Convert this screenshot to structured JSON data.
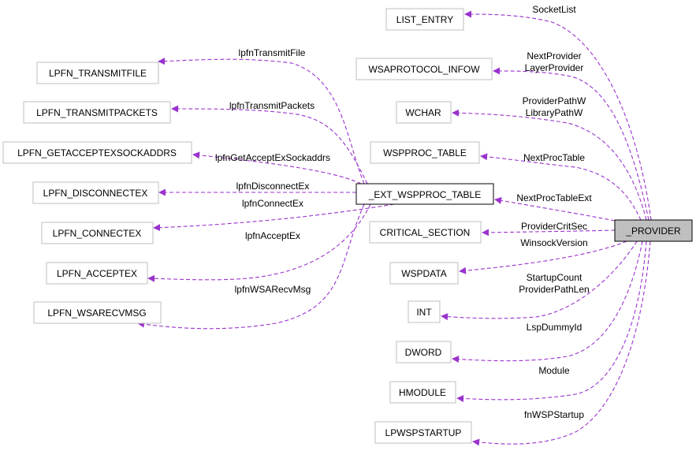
{
  "colors": {
    "edge": "#9a32cd",
    "box_border": "#bfbfbf",
    "main_fill": "#bfbfbf"
  },
  "nodes": {
    "provider": "_PROVIDER",
    "ext_table": "_EXT_WSPPROC_TABLE",
    "list_entry": "LIST_ENTRY",
    "protocol_info": "WSAPROTOCOL_INFOW",
    "wchar": "WCHAR",
    "proc_table": "WSPPROC_TABLE",
    "crit_section": "CRITICAL_SECTION",
    "wspdata": "WSPDATA",
    "int": "INT",
    "dword": "DWORD",
    "hmodule": "HMODULE",
    "startup": "LPWSPSTARTUP",
    "transmit_file": "LPFN_TRANSMITFILE",
    "transmit_packets": "LPFN_TRANSMITPACKETS",
    "get_accept_addrs": "LPFN_GETACCEPTEXSOCKADDRS",
    "disconnect": "LPFN_DISCONNECTEX",
    "connect": "LPFN_CONNECTEX",
    "accept": "LPFN_ACCEPTEX",
    "recv_msg": "LPFN_WSARECVMSG"
  },
  "edges": {
    "socket_list": "SocketList",
    "next_provider": "NextProvider",
    "layer_provider": "LayerProvider",
    "provider_path": "ProviderPathW",
    "library_path": "LibraryPathW",
    "next_proc_table": "NextProcTable",
    "next_proc_table_ext": "NextProcTableExt",
    "provider_crit_sec": "ProviderCritSec",
    "winsock_version": "WinsockVersion",
    "startup_count": "StartupCount",
    "provider_path_len": "ProviderPathLen",
    "lsp_dummy_id": "LspDummyId",
    "module": "Module",
    "fn_startup": "fnWSPStartup",
    "transmit_file": "lpfnTransmitFile",
    "transmit_packets": "lpfnTransmitPackets",
    "get_accept_addrs": "lpfnGetAcceptExSockaddrs",
    "disconnect": "lpfnDisconnectEx",
    "connect": "lpfnConnectEx",
    "accept": "lpfnAcceptEx",
    "recv_msg": "lpfnWSARecvMsg"
  }
}
